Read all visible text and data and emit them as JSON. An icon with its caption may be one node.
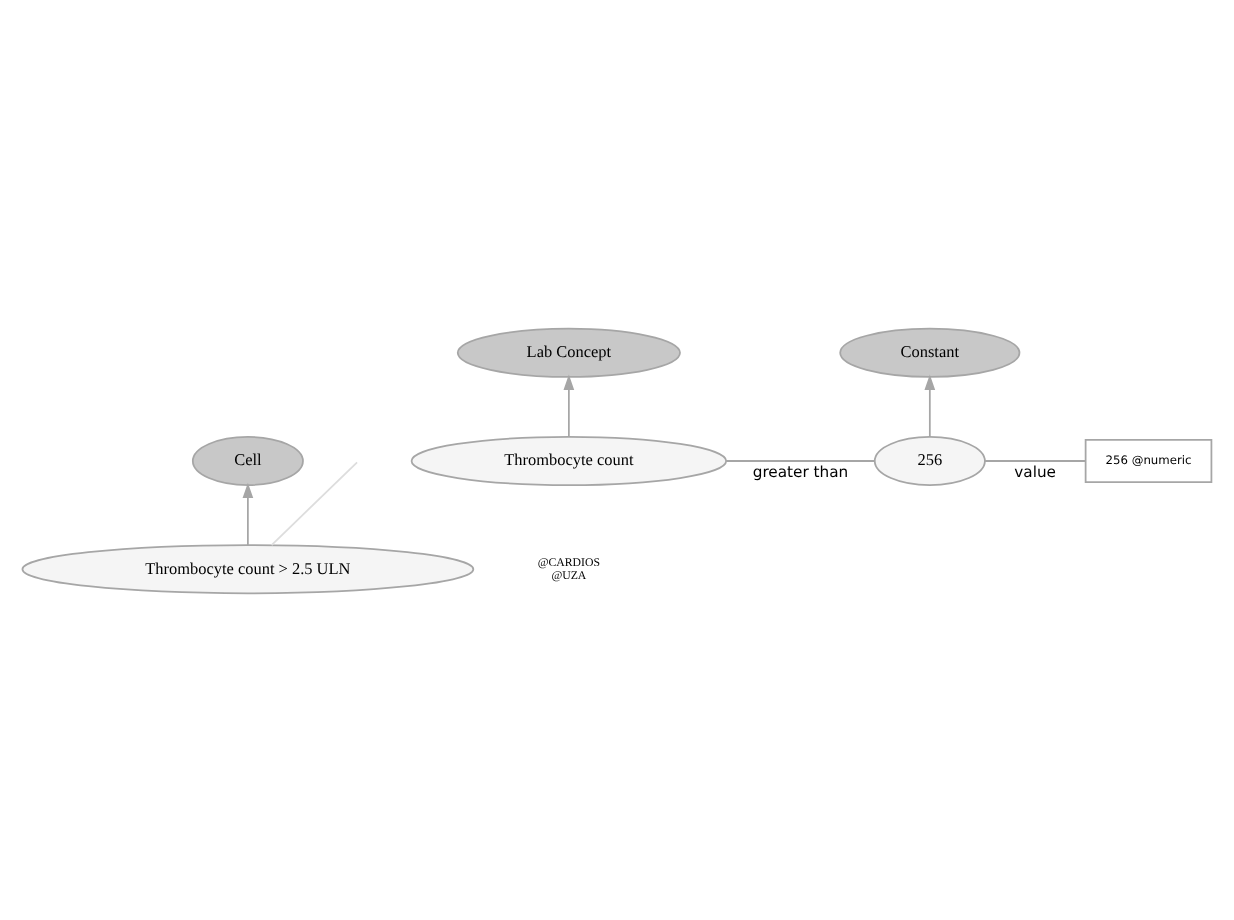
{
  "diagram": {
    "nodes": [
      {
        "text": [
          "Cell"
        ]
      },
      {
        "text": [
          "Thrombocyte count > 2.5 ULN"
        ]
      },
      {
        "text": [
          "Lab Concept"
        ]
      },
      {
        "text": [
          "Constant"
        ]
      },
      {
        "text": [
          "Thrombocyte count"
        ]
      },
      {
        "text": [
          "256"
        ]
      },
      {
        "text": [
          "256 @numeric"
        ]
      }
    ],
    "edges": [
      {
        "from": 1,
        "to": 0,
        "arrow": "to"
      },
      {
        "from": 4,
        "to": 2,
        "arrow": "to"
      },
      {
        "from": 5,
        "to": 3,
        "arrow": "to"
      },
      {
        "from": 4,
        "to": 5,
        "arrow": "none",
        "label": "greater than"
      },
      {
        "from": 1,
        "to": null,
        "arrow": "none",
        "color": "#dddddd"
      },
      {
        "from": 5,
        "to": 6,
        "arrow": "none",
        "label": "value"
      }
    ],
    "labels": [
      "@CARDIOS",
      "@UZA"
    ]
  }
}
